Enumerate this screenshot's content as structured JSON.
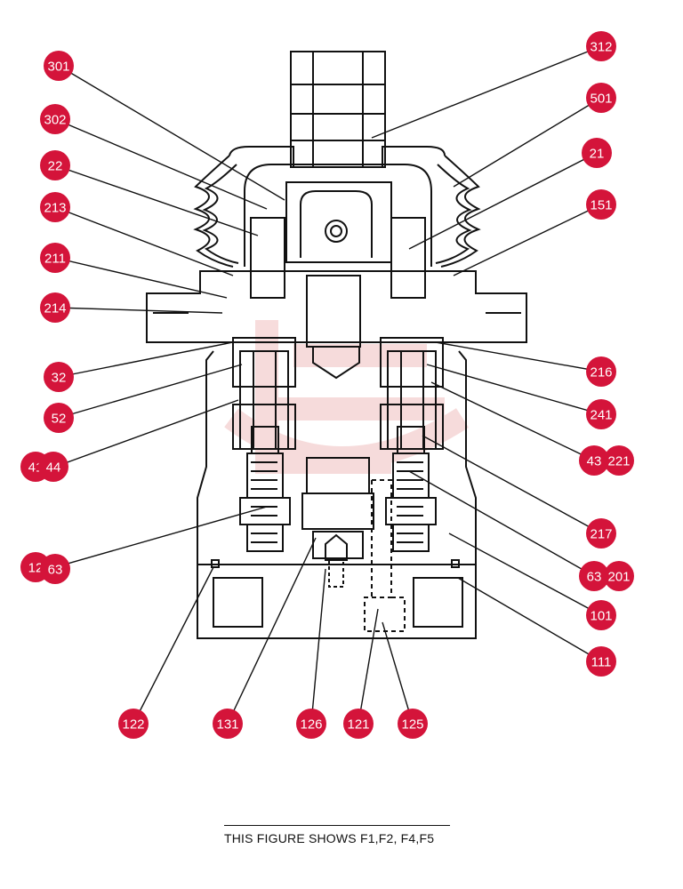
{
  "colors": {
    "callout": "#d4143a",
    "line": "#111111",
    "watermark": "#f0b8b8"
  },
  "callouts": [
    {
      "id": "c301",
      "label": "301"
    },
    {
      "id": "c302",
      "label": "302"
    },
    {
      "id": "c22",
      "label": "22"
    },
    {
      "id": "c213",
      "label": "213"
    },
    {
      "id": "c211",
      "label": "211"
    },
    {
      "id": "c214",
      "label": "214"
    },
    {
      "id": "c32",
      "label": "32"
    },
    {
      "id": "c52",
      "label": "52"
    },
    {
      "id": "c41",
      "label": "41"
    },
    {
      "id": "c44",
      "label": "44"
    },
    {
      "id": "c12x",
      "label": "12"
    },
    {
      "id": "c63l",
      "label": "63"
    },
    {
      "id": "c312",
      "label": "312"
    },
    {
      "id": "c501",
      "label": "501"
    },
    {
      "id": "c21",
      "label": "21"
    },
    {
      "id": "c151",
      "label": "151"
    },
    {
      "id": "c216",
      "label": "216"
    },
    {
      "id": "c241",
      "label": "241"
    },
    {
      "id": "c43",
      "label": "43"
    },
    {
      "id": "c221",
      "label": "221"
    },
    {
      "id": "c217",
      "label": "217"
    },
    {
      "id": "c63r",
      "label": "63"
    },
    {
      "id": "c201",
      "label": "201"
    },
    {
      "id": "c101",
      "label": "101"
    },
    {
      "id": "c111",
      "label": "111"
    },
    {
      "id": "c122",
      "label": "122"
    },
    {
      "id": "c131",
      "label": "131"
    },
    {
      "id": "c126",
      "label": "126"
    },
    {
      "id": "c121",
      "label": "121"
    },
    {
      "id": "c125",
      "label": "125"
    }
  ],
  "caption": "THIS FIGURE SHOWS  F1,F2, F4,F5"
}
